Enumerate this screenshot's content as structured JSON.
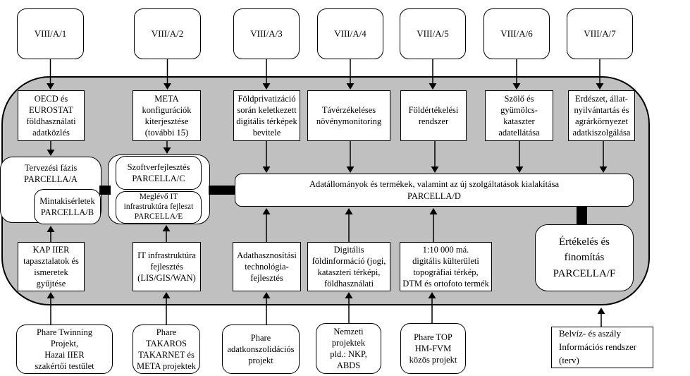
{
  "programs": [
    "VIII/A/1",
    "VIII/A/2",
    "VIII/A/3",
    "VIII/A/4",
    "VIII/A/5",
    "VIII/A/6",
    "VIII/A/7"
  ],
  "inputs": [
    "OECD és\nEUROSTAT\nföldhasználati\nadatközlés",
    "META\nkonfigurációk\nkiterjesztése\n(további 15)",
    "Földprivatizáció\nsorán keletkezett\ndigitális térképek\nbevitele",
    "Távérzékeléses\nnövénymonitoring",
    "Földértékelési\nrendszer",
    "Szölő és\ngyümölcs-\nkataszter\nadatellátása",
    "Erdészet, állat-\nnyilvántartás és\nagrárkörnyezet\nadatkiszolgálása"
  ],
  "parcella": {
    "a": "Tervezési fázis\nPARCELLA/A",
    "b": "Mintakisérletek\nPARCELLA/B",
    "c": "Szoftverfejlesztés\nPARCELLA/C",
    "e": "Meglévő IT\ninfrastruktúra fejleszt\nPARCELLA/E",
    "d": "Adatállományok és termékek, valamint az új szolgáltatások kialakítása\nPARCELLA/D",
    "f": "Értékelés és\nfinomítás\nPARCELLA/F"
  },
  "outputs": [
    "KAP IIER\ntapasztalatok és\nismeretek\ngyűjtése",
    "IT infrastruktúra\nfejlesztés\n(LIS/GIS/WAN)",
    "Adathasznosítási\ntechnológia-\nfejlesztés",
    "Digitális\nföldinformáció (jogi,\nkataszteri térképi,\nföldhasználati",
    "1:10 000 má.\ndigitális külterületi\ntopográfiai térkép,\nDTM és ortofoto termék"
  ],
  "projects": [
    "Phare Twinning\nProjekt,\nHazai IIER\nszakértői testület",
    "Phare\nTAKAROS\nTAKARNET és\nMETA projektek",
    "Phare\nadatkonszolidációs\nprojekt",
    "Nemzeti\nprojektek\npld.: NKP,\nABDS",
    "Phare TOP\nHM-FVM\nközös projekt",
    "Belvíz- és aszály\nInformációs rendszer\n(terv)"
  ],
  "colors": {
    "background": "#ffffff",
    "scope_fill": "#c0c0c0",
    "box_fill": "#ffffff",
    "line": "#000000"
  }
}
